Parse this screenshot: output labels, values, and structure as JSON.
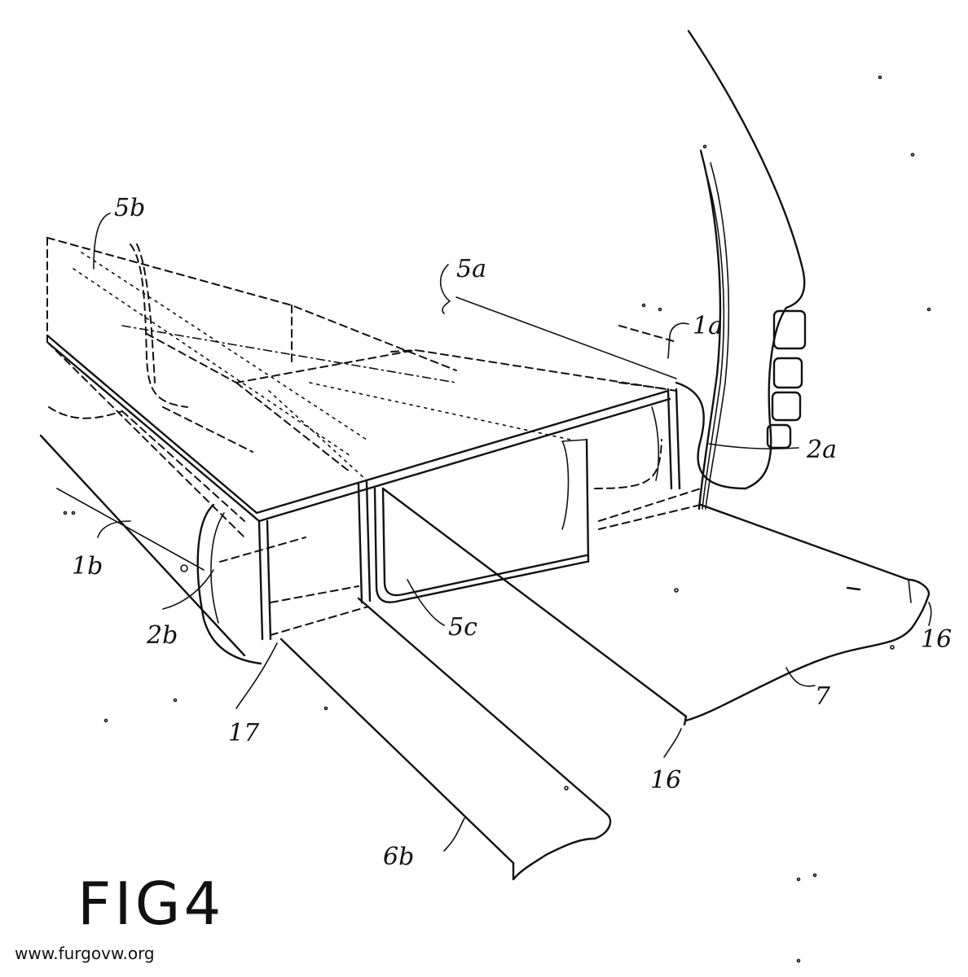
{
  "figure": {
    "title": "FIG4",
    "watermark": "www.furgovw.org"
  },
  "labels": {
    "l5b": "5b",
    "l5a": "5a",
    "l1a": "1a",
    "l2a": "2a",
    "l1b": "1b",
    "l2b": "2b",
    "l5c": "5c",
    "l16_right": "16",
    "l7": "7",
    "l17": "17",
    "l16_bottom": "16",
    "l6b": "6b"
  }
}
